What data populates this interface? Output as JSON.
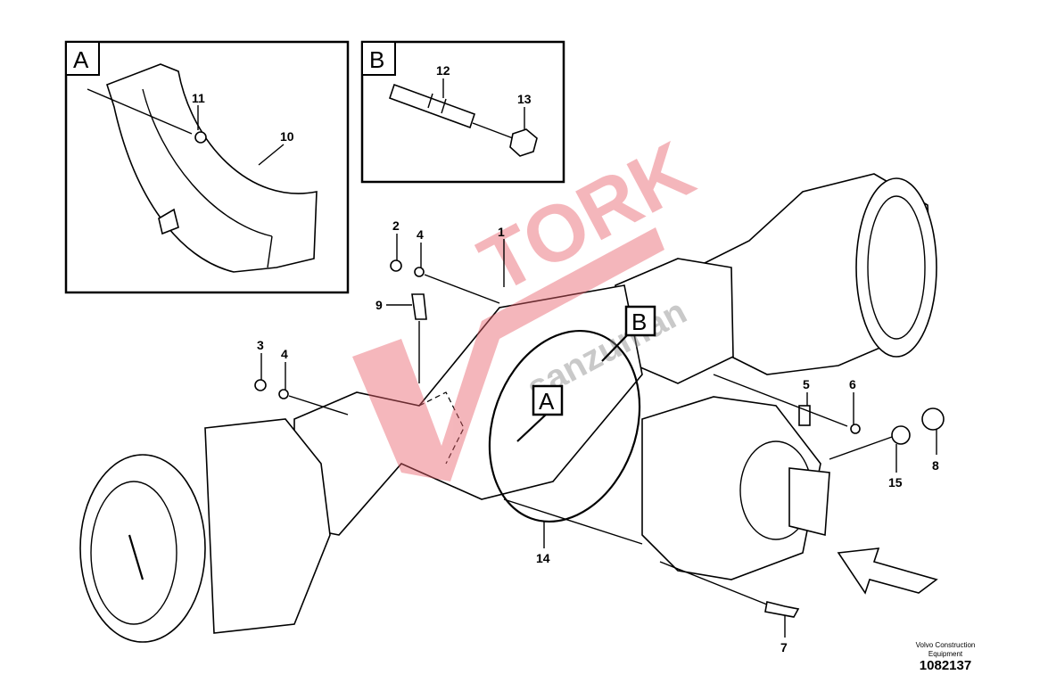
{
  "diagram": {
    "detail_a": {
      "letter": "A",
      "labels": [
        "11",
        "10"
      ]
    },
    "detail_b": {
      "letter": "B",
      "labels": [
        "12",
        "13"
      ]
    },
    "callouts": {
      "a": "A",
      "b": "B"
    },
    "part_labels": {
      "p1": "1",
      "p2": "2",
      "p3": "3",
      "p4a": "4",
      "p4b": "4",
      "p5": "5",
      "p6": "6",
      "p7": "7",
      "p8": "8",
      "p9": "9",
      "p14": "14",
      "p15": "15"
    },
    "footer": {
      "company_line1": "Volvo Construction",
      "company_line2": "Equipment",
      "drawing_number": "1082137"
    },
    "watermark": {
      "text": "TORK",
      "subtext": "sanzuman",
      "color": "#e8606a"
    }
  }
}
